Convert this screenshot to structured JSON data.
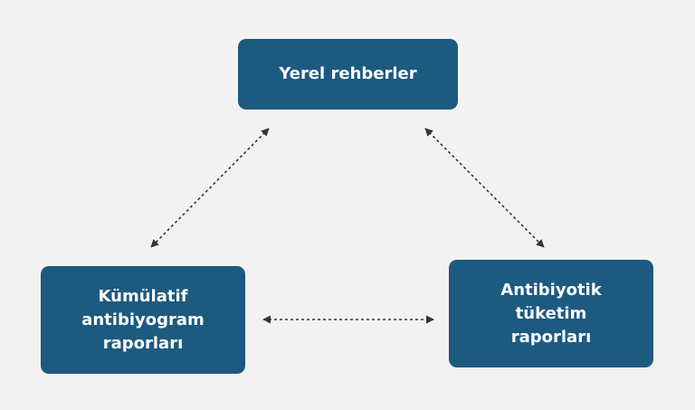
{
  "nodes": {
    "top": {
      "label": "Yerel rehberler"
    },
    "left": {
      "label": "Kümülatif\nantibiyogram\nraporları"
    },
    "right": {
      "label": "Antibiyotik\ntüketim\nraporları"
    }
  },
  "colors": {
    "background": "#f2f2f2",
    "node_fill": "#1d5a80",
    "node_text": "#ffffff",
    "arrow": "#333333"
  },
  "edges": [
    {
      "from": "top",
      "to": "left",
      "style": "dotted",
      "direction": "bidirectional"
    },
    {
      "from": "top",
      "to": "right",
      "style": "dotted",
      "direction": "bidirectional"
    },
    {
      "from": "left",
      "to": "right",
      "style": "dotted",
      "direction": "bidirectional"
    }
  ]
}
